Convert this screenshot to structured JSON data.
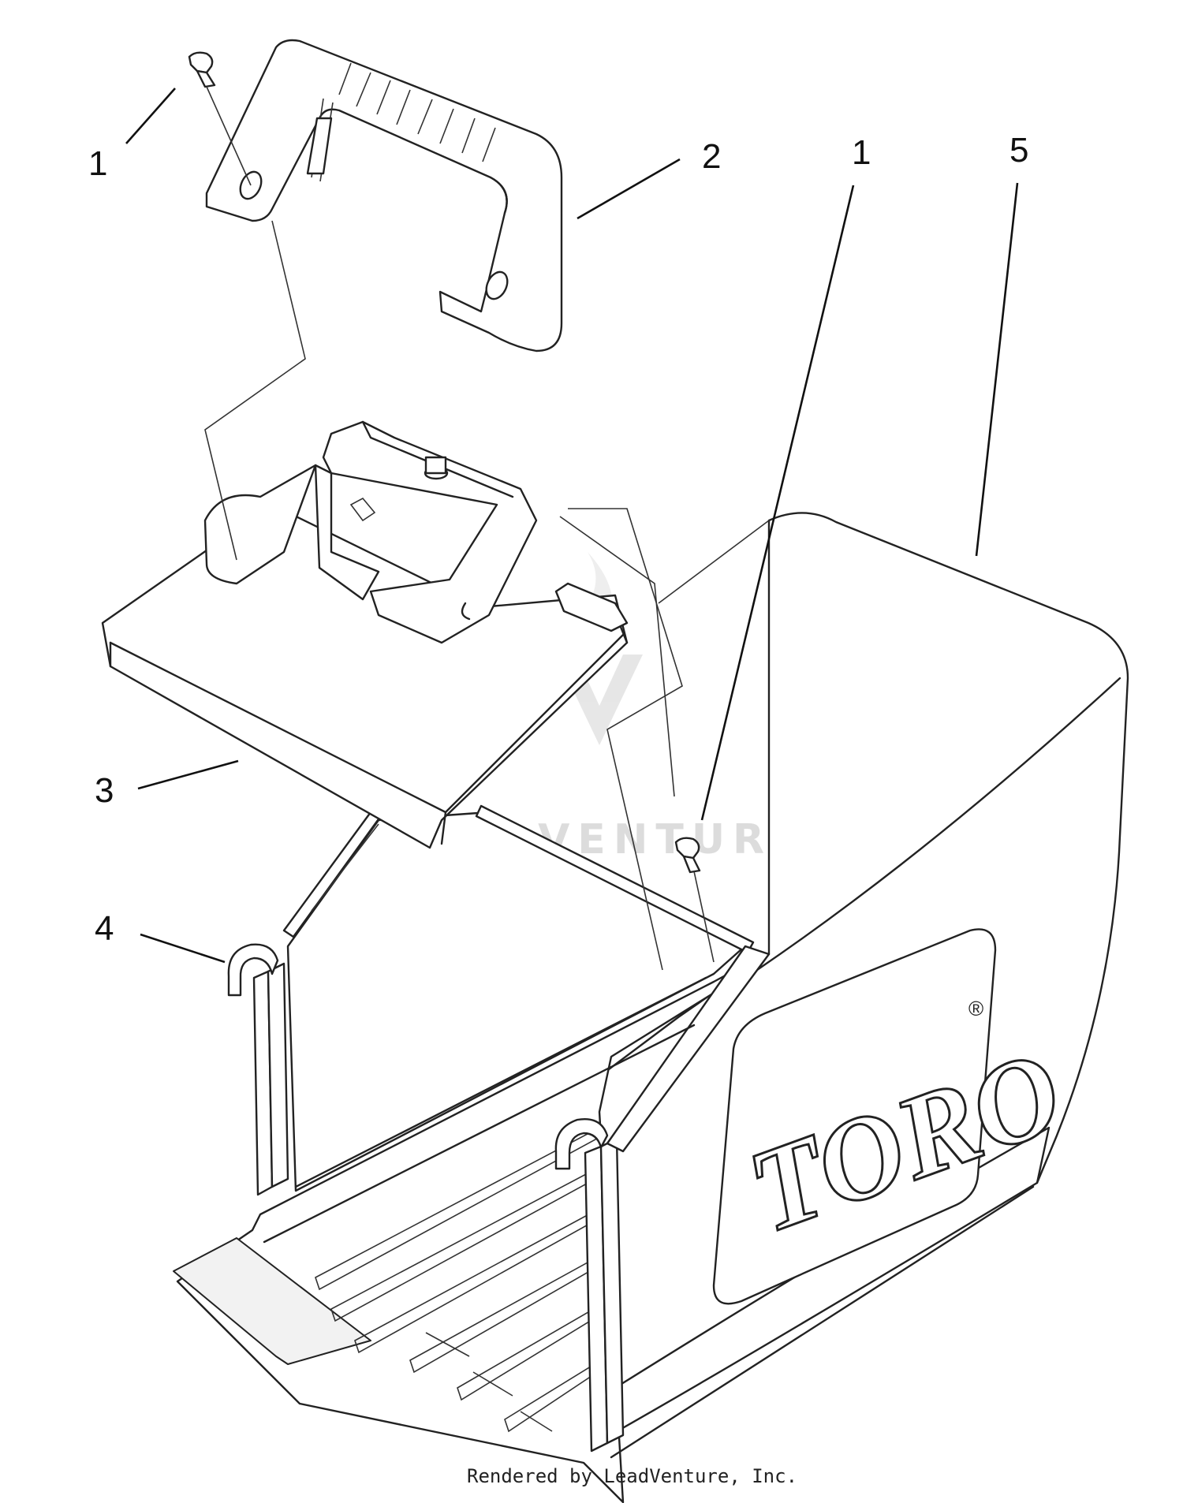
{
  "callouts": [
    {
      "id": "c1a",
      "label": "1"
    },
    {
      "id": "c2",
      "label": "2"
    },
    {
      "id": "c1b",
      "label": "1"
    },
    {
      "id": "c5",
      "label": "5"
    },
    {
      "id": "c3",
      "label": "3"
    },
    {
      "id": "c4",
      "label": "4"
    }
  ],
  "brand_logo": "TORO",
  "brand_mark": "®",
  "watermark": "LEADVENTURE",
  "footer": "Rendered by LeadVenture, Inc."
}
